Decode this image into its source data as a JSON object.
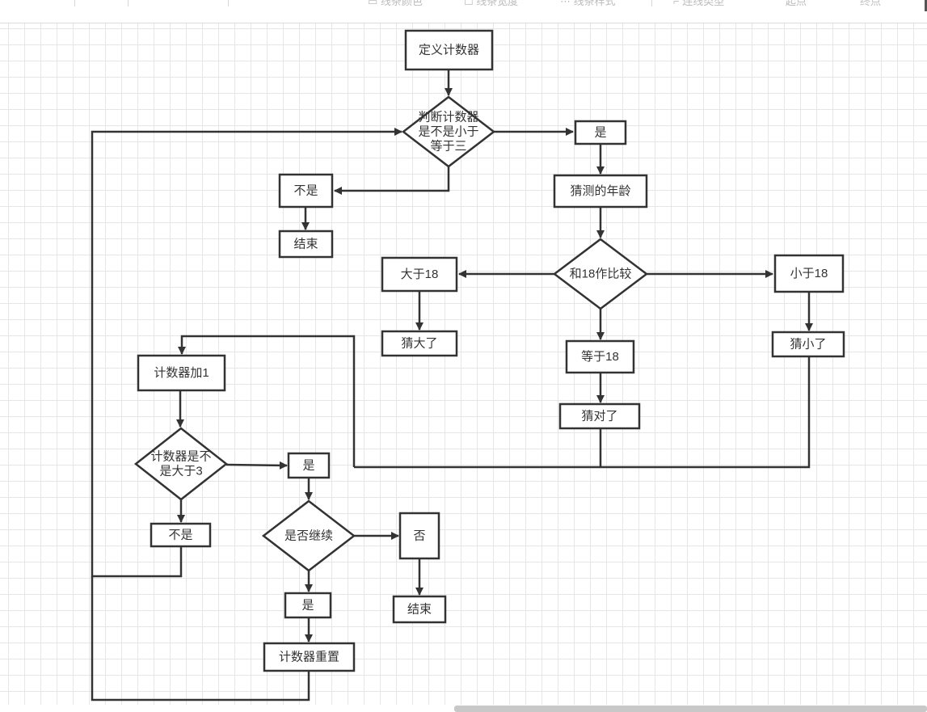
{
  "toolbar": {
    "items": [
      {
        "id": "line-color",
        "label": "线条颜色",
        "icon": "line-color-icon"
      },
      {
        "id": "line-width",
        "label": "线条宽度",
        "icon": "line-width-icon"
      },
      {
        "id": "line-style",
        "label": "线条样式",
        "icon": "line-style-icon"
      },
      {
        "id": "connector-type",
        "label": "连线类型",
        "icon": "connector-icon"
      },
      {
        "id": "start-point",
        "label": "起点",
        "icon": ""
      },
      {
        "id": "end-point",
        "label": "终点",
        "icon": ""
      }
    ]
  },
  "diagram": {
    "colors": {
      "stroke": "#333333",
      "fill": "#ffffff",
      "text": "#333333",
      "grid": "#e6e6e6"
    },
    "nodes": [
      {
        "id": "define-counter",
        "shape": "rect",
        "lines": [
          "定义计数器"
        ]
      },
      {
        "id": "check-counter",
        "shape": "diamond",
        "lines": [
          "判断计数器",
          "是不是小于",
          "等于三"
        ]
      },
      {
        "id": "yes-1",
        "shape": "rect",
        "lines": [
          "是"
        ]
      },
      {
        "id": "no-1",
        "shape": "rect",
        "lines": [
          "不是"
        ]
      },
      {
        "id": "end-1",
        "shape": "rect",
        "lines": [
          "结束"
        ]
      },
      {
        "id": "guess-age",
        "shape": "rect",
        "lines": [
          "猜测的年龄"
        ]
      },
      {
        "id": "compare-18",
        "shape": "diamond",
        "lines": [
          "和18作比较"
        ]
      },
      {
        "id": "greater-18",
        "shape": "rect",
        "lines": [
          "大于18"
        ]
      },
      {
        "id": "less-18",
        "shape": "rect",
        "lines": [
          "小于18"
        ]
      },
      {
        "id": "guess-big",
        "shape": "rect",
        "lines": [
          "猜大了"
        ]
      },
      {
        "id": "guess-small",
        "shape": "rect",
        "lines": [
          "猜小了"
        ]
      },
      {
        "id": "equal-18",
        "shape": "rect",
        "lines": [
          "等于18"
        ]
      },
      {
        "id": "guess-right",
        "shape": "rect",
        "lines": [
          "猜对了"
        ]
      },
      {
        "id": "counter-plus-1",
        "shape": "rect",
        "lines": [
          "计数器加1"
        ]
      },
      {
        "id": "check-gt-3",
        "shape": "diamond",
        "lines": [
          "计数器是不",
          "是大于3"
        ]
      },
      {
        "id": "no-2",
        "shape": "rect",
        "lines": [
          "不是"
        ]
      },
      {
        "id": "yes-2",
        "shape": "rect",
        "lines": [
          "是"
        ]
      },
      {
        "id": "continue",
        "shape": "diamond",
        "lines": [
          "是否继续"
        ]
      },
      {
        "id": "no-continue",
        "shape": "rect",
        "lines": [
          "否"
        ]
      },
      {
        "id": "end-2",
        "shape": "rect",
        "lines": [
          "结束"
        ]
      },
      {
        "id": "yes-3",
        "shape": "rect",
        "lines": [
          "是"
        ]
      },
      {
        "id": "reset-counter",
        "shape": "rect",
        "lines": [
          "计数器重置"
        ]
      }
    ],
    "edges": [
      {
        "id": "e1",
        "from": "define-counter",
        "to": "check-counter",
        "arrow": true
      },
      {
        "id": "e2",
        "from": "check-counter",
        "to": "yes-1",
        "arrow": true
      },
      {
        "id": "e3",
        "from": "check-counter",
        "to": "no-1",
        "arrow": true
      },
      {
        "id": "e4",
        "from": "no-1",
        "to": "end-1",
        "arrow": true
      },
      {
        "id": "e5",
        "from": "yes-1",
        "to": "guess-age",
        "arrow": true
      },
      {
        "id": "e6",
        "from": "guess-age",
        "to": "compare-18",
        "arrow": true
      },
      {
        "id": "e7",
        "from": "compare-18",
        "to": "greater-18",
        "arrow": true
      },
      {
        "id": "e8",
        "from": "compare-18",
        "to": "less-18",
        "arrow": true
      },
      {
        "id": "e9",
        "from": "compare-18",
        "to": "equal-18",
        "arrow": true
      },
      {
        "id": "e10",
        "from": "greater-18",
        "to": "guess-big",
        "arrow": true
      },
      {
        "id": "e11",
        "from": "less-18",
        "to": "guess-small",
        "arrow": true
      },
      {
        "id": "e12",
        "from": "equal-18",
        "to": "guess-right",
        "arrow": true
      },
      {
        "id": "e13",
        "from": "guess-small",
        "to": "merge",
        "arrow": false
      },
      {
        "id": "e14",
        "from": "guess-right",
        "to": "merge",
        "arrow": false
      },
      {
        "id": "e15",
        "from": "merge",
        "to": "counter-plus-1",
        "arrow": true
      },
      {
        "id": "e16",
        "from": "counter-plus-1",
        "to": "check-gt-3",
        "arrow": true
      },
      {
        "id": "e17",
        "from": "check-gt-3",
        "to": "yes-2",
        "arrow": true
      },
      {
        "id": "e18",
        "from": "check-gt-3",
        "to": "no-2",
        "arrow": true
      },
      {
        "id": "e19",
        "from": "no-2",
        "to": "check-counter",
        "arrow": true
      },
      {
        "id": "e20",
        "from": "yes-2",
        "to": "continue",
        "arrow": true
      },
      {
        "id": "e21",
        "from": "continue",
        "to": "no-continue",
        "arrow": true
      },
      {
        "id": "e22",
        "from": "no-continue",
        "to": "end-2",
        "arrow": true
      },
      {
        "id": "e23",
        "from": "continue",
        "to": "yes-3",
        "arrow": true
      },
      {
        "id": "e24",
        "from": "yes-3",
        "to": "reset-counter",
        "arrow": true
      },
      {
        "id": "e25",
        "from": "reset-counter",
        "to": "left-loop",
        "arrow": false
      }
    ]
  }
}
